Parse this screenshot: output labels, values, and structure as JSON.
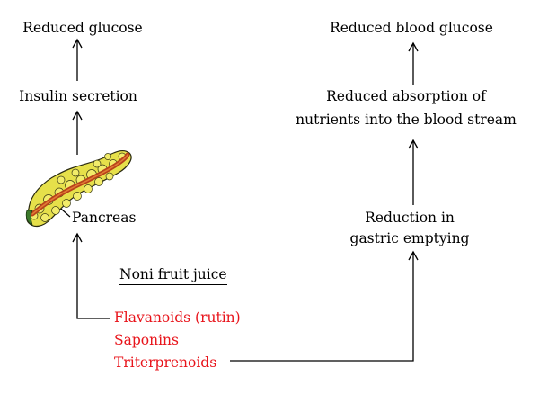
{
  "left": {
    "reduced_glucose": "Reduced glucose",
    "insulin_secretion": "Insulin secretion",
    "pancreas": "Pancreas"
  },
  "right": {
    "reduced_blood_glucose": "Reduced blood glucose",
    "reduced_absorption_line1": "Reduced absorption of",
    "reduced_absorption_line2": "nutrients into the blood stream",
    "reduction_line1": "Reduction in",
    "reduction_line2": "gastric emptying"
  },
  "source": {
    "title": "Noni fruit juice",
    "compounds": [
      "Flavanoids (rutin)",
      "Saponins",
      "Triterprenoids"
    ]
  },
  "colors": {
    "compound_text": "#e8141b",
    "pancreas_tissue": "#e6e04a",
    "pancreas_duct": "#b8421a"
  },
  "icons": {
    "pancreas": "pancreas-illustration"
  }
}
